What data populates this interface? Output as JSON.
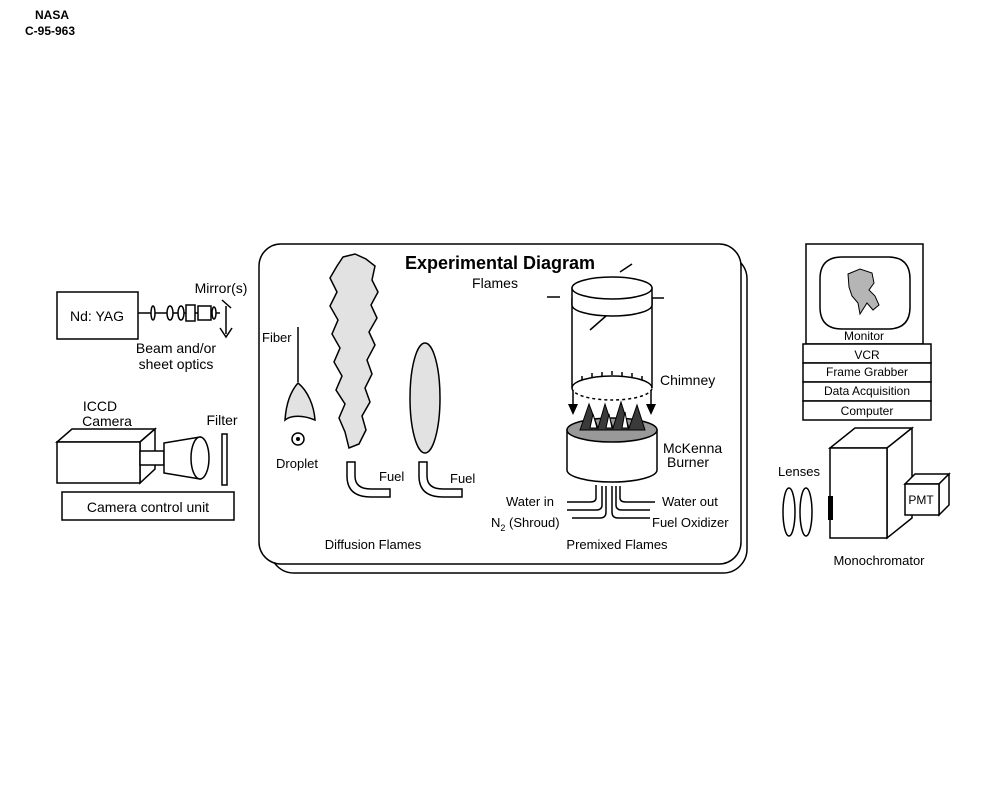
{
  "header": {
    "agency": "NASA",
    "photo_number": "C-95-963"
  },
  "title": "Experimental Diagram",
  "subtitle": "Flames",
  "laser": {
    "label": "Nd: YAG",
    "optics_line1": "Beam and/or",
    "optics_line2": "sheet optics",
    "mirror_label": "Mirror(s)"
  },
  "camera": {
    "label_line1": "ICCD",
    "label_line2": "Camera",
    "filter_label": "Filter",
    "control_unit": "Camera control unit"
  },
  "diffusion": {
    "fiber": "Fiber",
    "droplet": "Droplet",
    "fuel_1": "Fuel",
    "fuel_2": "Fuel",
    "caption": "Diffusion Flames"
  },
  "premixed": {
    "chimney": "Chimney",
    "burner_line1": "McKenna",
    "burner_line2": "Burner",
    "water_in": "Water in",
    "water_out": "Water out",
    "n2_main": "N",
    "n2_sub": "2",
    "n2_rest": " (Shroud)",
    "fuel_oxidizer": "Fuel Oxidizer",
    "caption": "Premixed Flames"
  },
  "acquisition": {
    "monitor": "Monitor",
    "stack": [
      "VCR",
      "Frame Grabber",
      "Data Acquisition",
      "Computer"
    ]
  },
  "detection": {
    "lenses": "Lenses",
    "pmt": "PMT",
    "monochromator": "Monochromator"
  }
}
